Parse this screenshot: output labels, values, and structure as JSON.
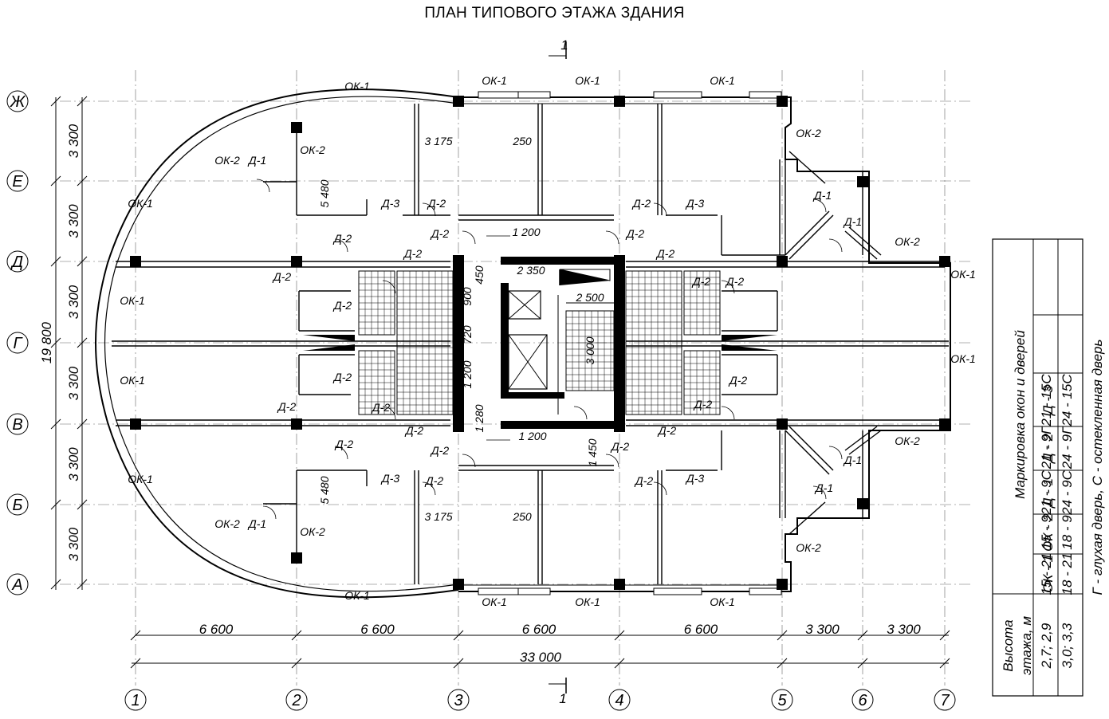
{
  "title": "ПЛАН ТИПОВОГО ЭТАЖА ЗДАНИЯ",
  "section_mark": "1",
  "axes_rows": [
    "Ж",
    "Е",
    "Д",
    "Г",
    "В",
    "Б",
    "А"
  ],
  "axes_cols": [
    "1",
    "2",
    "3",
    "4",
    "5",
    "6",
    "7"
  ],
  "dims_vertical": [
    "3 300",
    "3 300",
    "3 300",
    "3 300",
    "3 300",
    "3 300"
  ],
  "dim_total_vertical": "19 800",
  "dims_horizontal": [
    "6 600",
    "6 600",
    "6 600",
    "6 600",
    "3 300",
    "3 300"
  ],
  "dim_total_horizontal": "33 000",
  "inner_dims": {
    "d5480": "5 480",
    "d3175": "3 175",
    "d250": "250",
    "d1200": "1 200",
    "d2350": "2 350",
    "d2500": "2 500",
    "d3000": "3 000",
    "d450": "450",
    "d900": "900",
    "d720": "720",
    "d1280": "1 280",
    "d1450": "1 450"
  },
  "marks": {
    "ok1": "ОК-1",
    "ok2": "ОК-2",
    "d1": "Д-1",
    "d2": "Д-2",
    "d3": "Д-3"
  },
  "table": {
    "heading": "Маркировка окон и дверей",
    "col_header_line1": "Высота",
    "col_header_line2": "этажа, м",
    "columns": [
      "ОК - 1",
      "ОК - 2",
      "Д - 1",
      "Д - 2",
      "Д - 3"
    ],
    "rows": [
      {
        "height": "2,7; 2,9",
        "values": [
          "15 - 21",
          "15 - 9",
          "21 - 9С",
          "21 - 9Г",
          "21 - 15С"
        ]
      },
      {
        "height": "3,0; 3,3",
        "values": [
          "18 - 21",
          "18 - 9",
          "24 - 9С",
          "24 - 9Г",
          "24 - 15С"
        ]
      }
    ],
    "note": "Г - глухая дверь, С - остекленная дверь"
  }
}
